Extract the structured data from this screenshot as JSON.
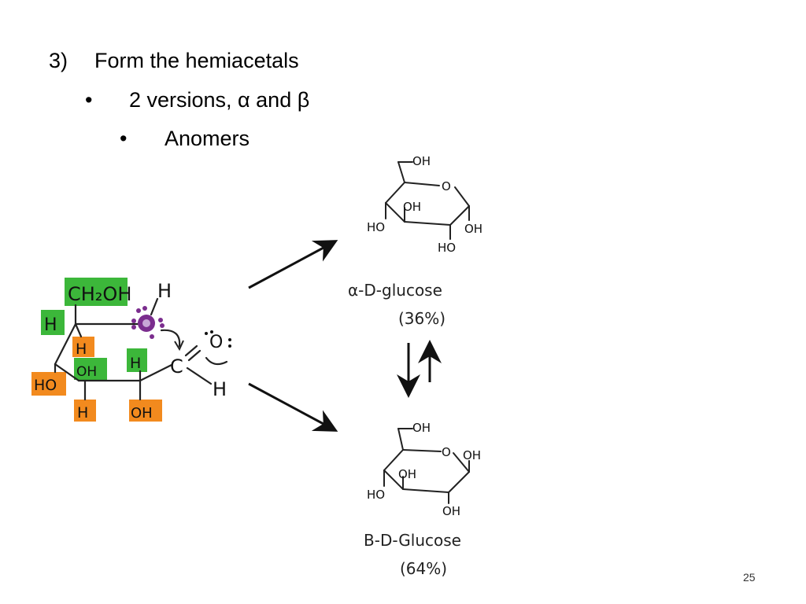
{
  "slide": {
    "heading_number": "3)",
    "heading_text": "Form the hemiacetals",
    "sub_bullet_glyph": "•",
    "sub_bullet": "2 versions, α and β",
    "subsub_bullet_glyph": "•",
    "subsub_bullet": "Anomers",
    "page_number": "25"
  },
  "open_chain": {
    "ch2oh": "CH₂OH",
    "top_h": "H",
    "left_h": "H",
    "ring_h_top": "H",
    "ring_oh": "OH",
    "ring_h_right": "H",
    "ho_left": "HO",
    "bottom_h": "H",
    "bottom_oh": "OH",
    "carbon": "C",
    "aldehyde_o": "O",
    "aldehyde_h": "H"
  },
  "alpha": {
    "top_oh": "OH",
    "ring_o": "O",
    "ring_oh": "OH",
    "left_ho": "HO",
    "right_oh": "OH",
    "bottom_ho": "HO",
    "name": "α-D-glucose",
    "percent": "(36%)"
  },
  "beta": {
    "top_oh": "OH",
    "ring_o": "O",
    "anomeric_oh": "OH",
    "ring_oh": "OH",
    "left_ho": "HO",
    "bottom_oh": "OH",
    "name": "B-D-Glucose",
    "percent": "(64%)"
  },
  "colors": {
    "green_highlight": "#3cb73a",
    "orange_highlight": "#f28a1e",
    "purple_oxygen": "#7b2d8e"
  }
}
